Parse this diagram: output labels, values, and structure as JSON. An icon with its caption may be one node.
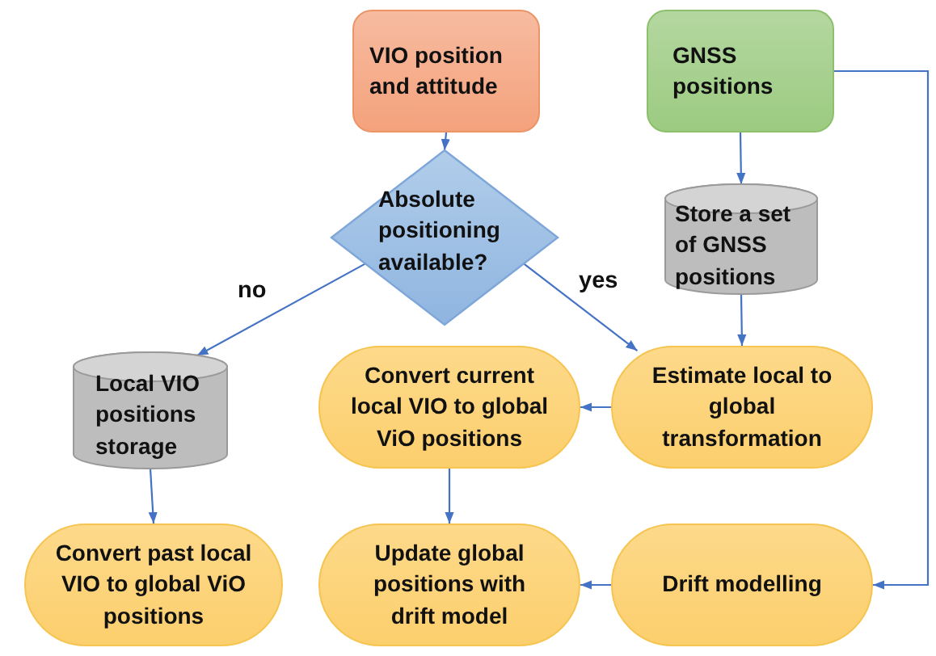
{
  "diagram": {
    "nodes": [
      {
        "text": [
          "VIO position and attitude"
        ]
      },
      {
        "text": [
          "GNSS positions"
        ]
      },
      {
        "text": [
          "Absolute positioning available?"
        ]
      },
      {
        "text": [
          "Store a set of GNSS positions"
        ]
      },
      {
        "text": [
          "Local VIO positions storage"
        ]
      },
      {
        "text": [
          "Convert current local VIO to global ViO positions"
        ]
      },
      {
        "text": [
          "Estimate local to global transformation"
        ]
      },
      {
        "text": [
          "Convert past local VIO to global ViO positions"
        ]
      },
      {
        "text": [
          "Update global positions with drift model"
        ]
      },
      {
        "text": [
          "Drift modelling"
        ]
      }
    ],
    "edges": [
      {
        "from": 0,
        "to": 2,
        "arrow": "to"
      },
      {
        "from": 1,
        "to": 3,
        "arrow": "to"
      },
      {
        "from": 2,
        "to": 4,
        "arrow": "to",
        "label": "no"
      },
      {
        "from": 2,
        "to": 6,
        "arrow": "to",
        "label": "yes"
      },
      {
        "from": 3,
        "to": 6,
        "arrow": "to"
      },
      {
        "from": 6,
        "to": 5,
        "arrow": "to"
      },
      {
        "from": 4,
        "to": 7,
        "arrow": "to"
      },
      {
        "from": 5,
        "to": 8,
        "arrow": "to"
      },
      {
        "from": 9,
        "to": 8,
        "arrow": "to"
      },
      {
        "from": 1,
        "to": 9,
        "arrow": "to"
      }
    ]
  }
}
